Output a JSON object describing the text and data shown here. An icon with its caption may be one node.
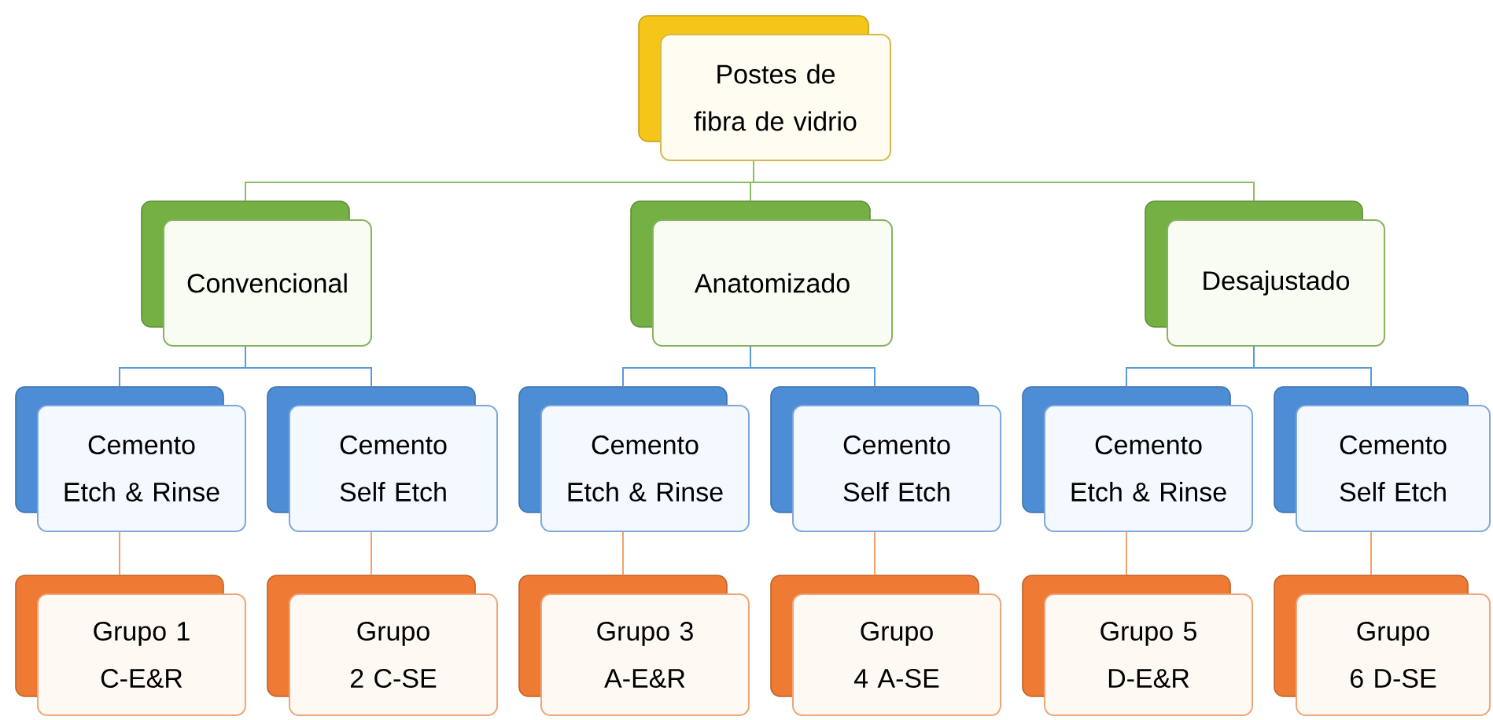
{
  "diagram": {
    "nodes": [
      {
        "text": [
          "Postes de fibra de vidrio"
        ]
      },
      {
        "text": [
          "Convencional"
        ]
      },
      {
        "text": [
          "Anatomizado"
        ]
      },
      {
        "text": [
          "Desajustado"
        ]
      },
      {
        "text": [
          "Cemento Etch & Rinse"
        ]
      },
      {
        "text": [
          "Cemento Self Etch"
        ]
      },
      {
        "text": [
          "Cemento Etch & Rinse"
        ]
      },
      {
        "text": [
          "Cemento Self Etch"
        ]
      },
      {
        "text": [
          "Cemento Etch & Rinse"
        ]
      },
      {
        "text": [
          "Cemento Self Etch"
        ]
      },
      {
        "text": [
          "Grupo 1 C-E&R"
        ]
      },
      {
        "text": [
          "Grupo 2 C-SE"
        ]
      },
      {
        "text": [
          "Grupo 3 A-E&R"
        ]
      },
      {
        "text": [
          "Grupo 4 A-SE"
        ]
      },
      {
        "text": [
          "Grupo 5 D-E&R"
        ]
      },
      {
        "text": [
          "Grupo 6 D-SE"
        ]
      }
    ],
    "edges": [
      {
        "from": 0,
        "to": 1,
        "arrow": "none",
        "color": "#8cc063"
      },
      {
        "from": 0,
        "to": 2,
        "arrow": "none",
        "color": "#8cc063"
      },
      {
        "from": 0,
        "to": 3,
        "arrow": "none",
        "color": "#8cc063"
      },
      {
        "from": 1,
        "to": 4,
        "arrow": "none"
      },
      {
        "from": 1,
        "to": 5,
        "arrow": "none"
      },
      {
        "from": 2,
        "to": 6,
        "arrow": "none"
      },
      {
        "from": 2,
        "to": 7,
        "arrow": "none"
      },
      {
        "from": 3,
        "to": 8,
        "arrow": "none"
      },
      {
        "from": 3,
        "to": 9,
        "arrow": "none"
      },
      {
        "from": 4,
        "to": 10,
        "arrow": "none",
        "color": "#f4a06a"
      },
      {
        "from": 5,
        "to": 11,
        "arrow": "none",
        "color": "#f4a06a"
      },
      {
        "from": 6,
        "to": 12,
        "arrow": "none",
        "color": "#f4a06a"
      },
      {
        "from": 7,
        "to": 13,
        "arrow": "none",
        "color": "#f4a06a"
      },
      {
        "from": 8,
        "to": 14,
        "arrow": "none",
        "color": "#f4a06a"
      },
      {
        "from": 9,
        "to": 15,
        "arrow": "none",
        "color": "#f4a06a"
      }
    ]
  }
}
